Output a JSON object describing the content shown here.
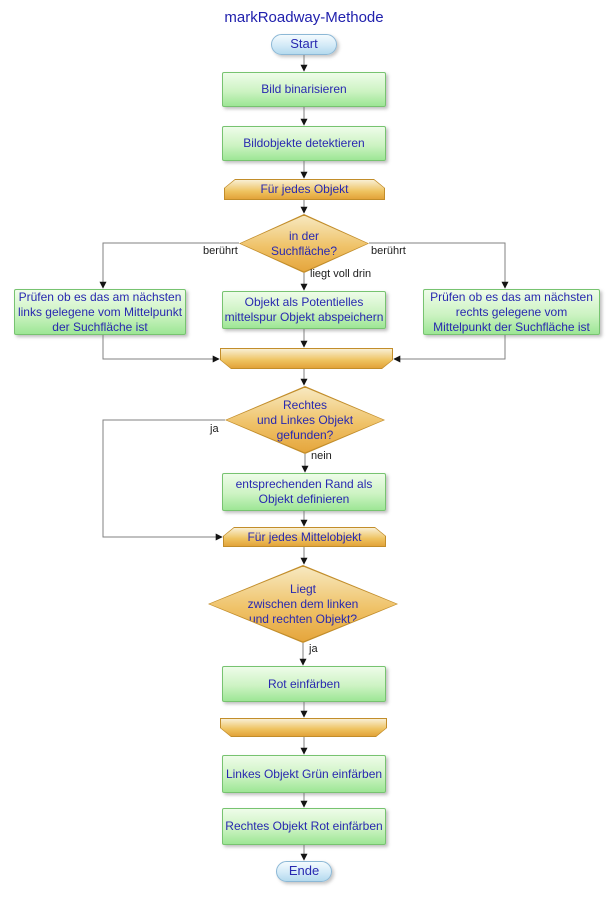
{
  "title": "markRoadway-Methode",
  "nodes": {
    "start": "Start",
    "binarize": "Bild binarisieren",
    "detect": "Bildobjekte detektieren",
    "loop_object": "Für jedes Objekt",
    "dec_suchflaeche": "in der\nSuchfläche?",
    "check_left": "Prüfen ob es das am nächsten\nlinks gelegene vom Mittelpunkt\nder Suchfläche ist",
    "save_mid": "Objekt als Potentielles\nmittelspur Objekt abspeichern",
    "check_right": "Prüfen ob es das am nächsten\nrechts gelegene vom\nMittelpunkt der Suchfläche ist",
    "dec_found": "Rechtes\nund Linkes Objekt\ngefunden?",
    "define_edge": "entsprechenden Rand als\nObjekt definieren",
    "loop_mittel": "Für jedes Mittelobjekt",
    "dec_between": "Liegt\nzwischen dem linken\nund rechten Objekt?",
    "color_red": "Rot einfärben",
    "color_left_green": "Linkes Objekt Grün einfärben",
    "color_right_red": "Rechtes Objekt Rot einfärben",
    "end": "Ende"
  },
  "edge_labels": {
    "beruehrt_left": "berührt",
    "beruehrt_right": "berührt",
    "liegt_voll_drin": "liegt voll drin",
    "ja_found": "ja",
    "nein_found": "nein",
    "ja_between": "ja"
  },
  "colors": {
    "process_fill_top": "#eefce9",
    "process_fill_bottom": "#9de695",
    "process_border": "#77c370",
    "loop_fill_top": "#f8efd4",
    "loop_fill_bottom": "#e2a33a",
    "loop_border": "#c28d2a",
    "decision_fill_top": "#f7e8bf",
    "decision_fill_bottom": "#e5a53c",
    "terminal_fill": "#b4daee",
    "terminal_border": "#8cb8d6",
    "node_text": "#2828b0",
    "connector": "#828282"
  }
}
